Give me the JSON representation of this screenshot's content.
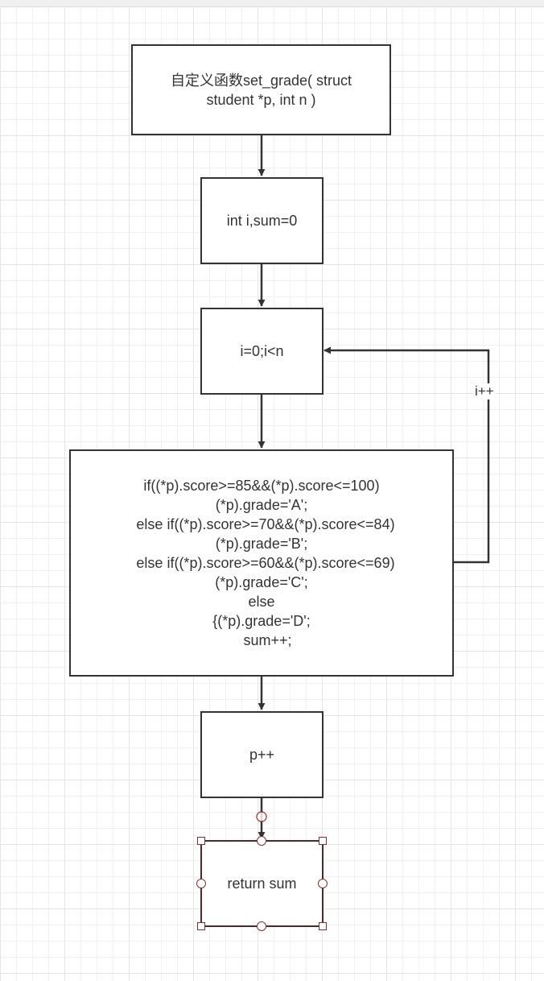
{
  "nodes": {
    "func": {
      "label": "自定义函数set_grade( struct\nstudent *p, int n )"
    },
    "init": {
      "label": "int i,sum=0"
    },
    "loop": {
      "label": "i=0;i<n"
    },
    "body": {
      "label": "if((*p).score>=85&&(*p).score<=100)\n(*p).grade='A';\n  else if((*p).score>=70&&(*p).score<=84)\n(*p).grade='B';\n  else if((*p).score>=60&&(*p).score<=69)\n(*p).grade='C';\nelse\n{(*p).grade='D';\n   sum++;"
    },
    "incr": {
      "label": "p++"
    },
    "ret": {
      "label": "return sum"
    }
  },
  "edges": {
    "loop_back_label": "i++"
  },
  "colors": {
    "stroke": "#333333",
    "selection": "#8b2d2d"
  }
}
